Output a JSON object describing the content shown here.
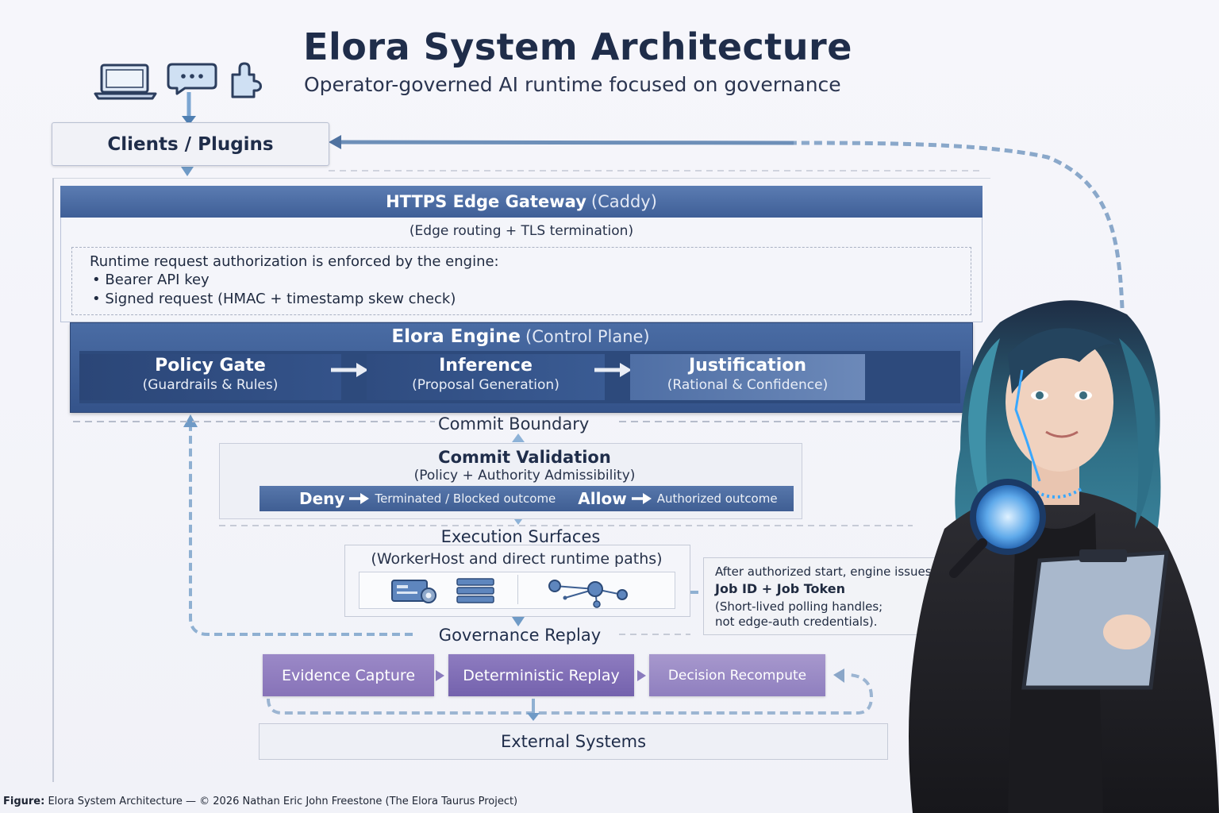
{
  "header": {
    "title": "Elora System Architecture",
    "subtitle": "Operator-governed AI runtime focused on governance"
  },
  "client_icons": [
    "laptop-icon",
    "chat-bubble-icon",
    "puzzle-piece-icon"
  ],
  "clients": {
    "label": "Clients / Plugins"
  },
  "gateway": {
    "name": "HTTPS Edge Gateway",
    "impl": "(Caddy)",
    "description": "(Edge routing + TLS termination)"
  },
  "auth": {
    "title": "Runtime request authorization is enforced by the engine:",
    "items": [
      "Bearer API key",
      "Signed request (HMAC + timestamp skew check)"
    ]
  },
  "engine": {
    "name": "Elora Engine",
    "role": "(Control Plane)",
    "stages": [
      {
        "name": "Policy Gate",
        "detail": "(Guardrails & Rules)"
      },
      {
        "name": "Inference",
        "detail": "(Proposal Generation)"
      },
      {
        "name": "Justification",
        "detail": "(Rational & Confidence)"
      }
    ]
  },
  "commit": {
    "boundary_label": "Commit Boundary",
    "title": "Commit Validation",
    "subtitle": "(Policy + Authority Admissibility)",
    "deny_label": "Deny",
    "deny_outcome": "Terminated / Blocked outcome",
    "allow_label": "Allow",
    "allow_outcome": "Authorized outcome"
  },
  "execution": {
    "title": "Execution Surfaces",
    "subtitle": "(WorkerHost and direct runtime paths)",
    "icons": [
      "worker-gear-icon",
      "server-stack-icon",
      "node-graph-icon"
    ]
  },
  "note": {
    "line1": "After authorized start, engine issues:",
    "line2": "Job ID + Job Token",
    "line3": "(Short-lived polling handles;",
    "line4": "not edge-auth credentials)."
  },
  "replay": {
    "title": "Governance Replay",
    "stages": [
      "Evidence Capture",
      "Deterministic Replay",
      "Decision Recompute"
    ]
  },
  "external": {
    "label": "External Systems"
  },
  "caption": {
    "prefix": "Figure:",
    "text": "Elora System Architecture — © 2026 Nathan Eric John Freestone (The Elora Taurus Project)"
  },
  "colors": {
    "navy": "#1f2d4a",
    "gateway_blue": "#4a6ca4",
    "engine_blue": "#34538a",
    "connector_blue": "#7fa6cf",
    "replay_purple": "#8773b8"
  }
}
